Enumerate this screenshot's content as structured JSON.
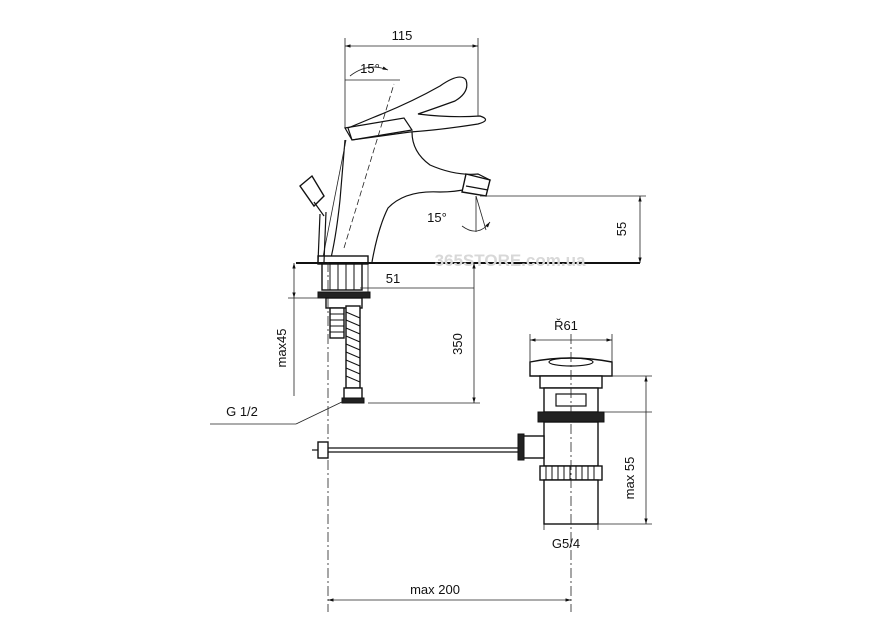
{
  "dimensions": {
    "width_top": "115",
    "angle_lever": "15°",
    "angle_spout": "15°",
    "spout_height": "55",
    "base_offset": "51",
    "max_thickness": "max45",
    "hose_length": "350",
    "hose_thread": "G 1/2",
    "drain_cap": "Ř61",
    "drain_height": "max 55",
    "drain_thread": "G5/4",
    "rod_length": "max 200"
  },
  "watermark": "365STORE.com.ua"
}
